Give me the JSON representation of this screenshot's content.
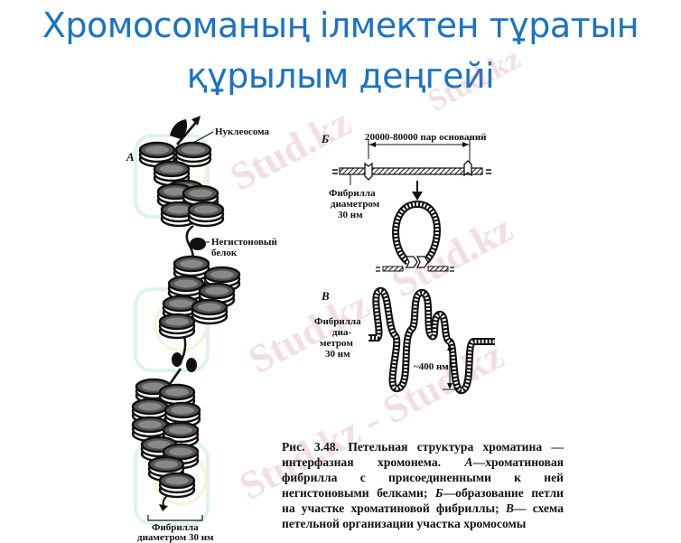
{
  "slide": {
    "title_line1": "Хромосоманың ілмектен тұратын",
    "title_line2": "құрылым деңгейі",
    "title_color": "#1a73c4"
  },
  "figure": {
    "panel_a": {
      "letter": "А",
      "nucleosome_label": "Нуклеосома",
      "nonhistone_label_1": "Негистоновый",
      "nonhistone_label_2": "белок",
      "fibril_label_1": "Фибрилла",
      "fibril_label_2": "диаметром 30 нм"
    },
    "panel_b": {
      "letter": "Б",
      "span_label": "20000-80000 пар оснований",
      "fibril_label_1": "Фибрилла",
      "fibril_label_2": "диаметром",
      "fibril_label_3": "30 нм"
    },
    "panel_v": {
      "letter": "В",
      "fibril_label_1": "Фибрилла",
      "fibril_label_2": "диа-",
      "fibril_label_3": "метром",
      "fibril_label_4": "30 нм",
      "height_label": "~400 нм"
    },
    "caption": {
      "fig_no": "Рис. 3.48.",
      "text1": "Петельная структура хроматина — интерфазная хромонема.",
      "a_letter": "А",
      "text2": "—хроматиновая фибрилла с присоединенными к ней негистоновыми белками;",
      "b_letter": "Б",
      "text3": "—образование петли на участке хроматиновой фибриллы;",
      "v_letter": "В",
      "text4": "— схема петельной организации участка хромосомы"
    }
  },
  "watermark": {
    "text": "Stud.kz - Stud.kz",
    "short": "Stud.kz"
  }
}
